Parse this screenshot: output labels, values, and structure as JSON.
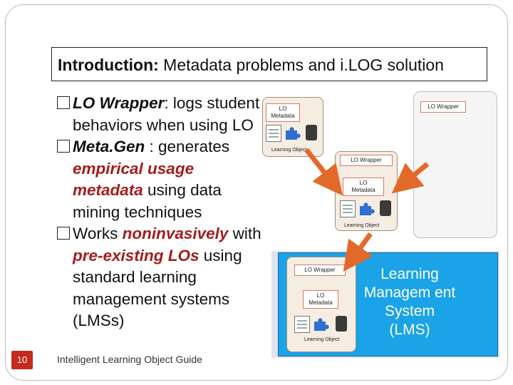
{
  "slide": {
    "title_bold": "Introduction:",
    "title_rest": " Metadata problems and i.LOG solution",
    "page_number": "10",
    "footer": "Intelligent Learning Object Guide"
  },
  "bullets": {
    "b1_term": "LO Wrapper",
    "b1_rest": ": logs student behaviors when using LO",
    "b2_term": "Meta.Gen",
    "b2_mid": " : generates ",
    "b2_red": "empirical usage metadata",
    "b2_rest": " using data mining techniques",
    "b3_start": "Works ",
    "b3_red1": "noninvasively",
    "b3_mid": " with ",
    "b3_red2": "pre-existing LOs",
    "b3_rest": " using standard learning management systems (LMSs)"
  },
  "diagram": {
    "lo_wrapper": "LO Wrapper",
    "lo_metadata_1": "LO",
    "lo_metadata_2": "Metadata",
    "learning_object": "Learning Object",
    "lms_label": "Learning Managem ent System (LMS)",
    "colors": {
      "lms_blue": "#1aa3e6",
      "arrow_orange": "#e2692a",
      "card_beige": "#f6ede2",
      "accent_red": "#a51c1c"
    }
  }
}
